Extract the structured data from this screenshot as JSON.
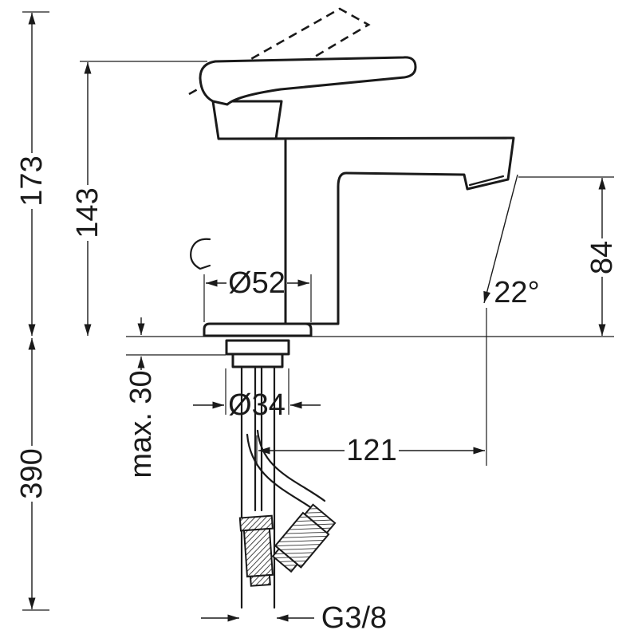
{
  "colors": {
    "ink": "#1a1a1a",
    "background": "#ffffff"
  },
  "drawing": {
    "labels": {
      "total_height": "173",
      "spout_height_above_deck": "143",
      "depth_below_deck": "390",
      "max_deck_thickness": "max. 30",
      "base_diameter": "Ø52",
      "shank_diameter": "Ø34",
      "spout_reach": "121",
      "outlet_height": "84",
      "outlet_angle": "22°",
      "connection_thread": "G3/8"
    }
  }
}
